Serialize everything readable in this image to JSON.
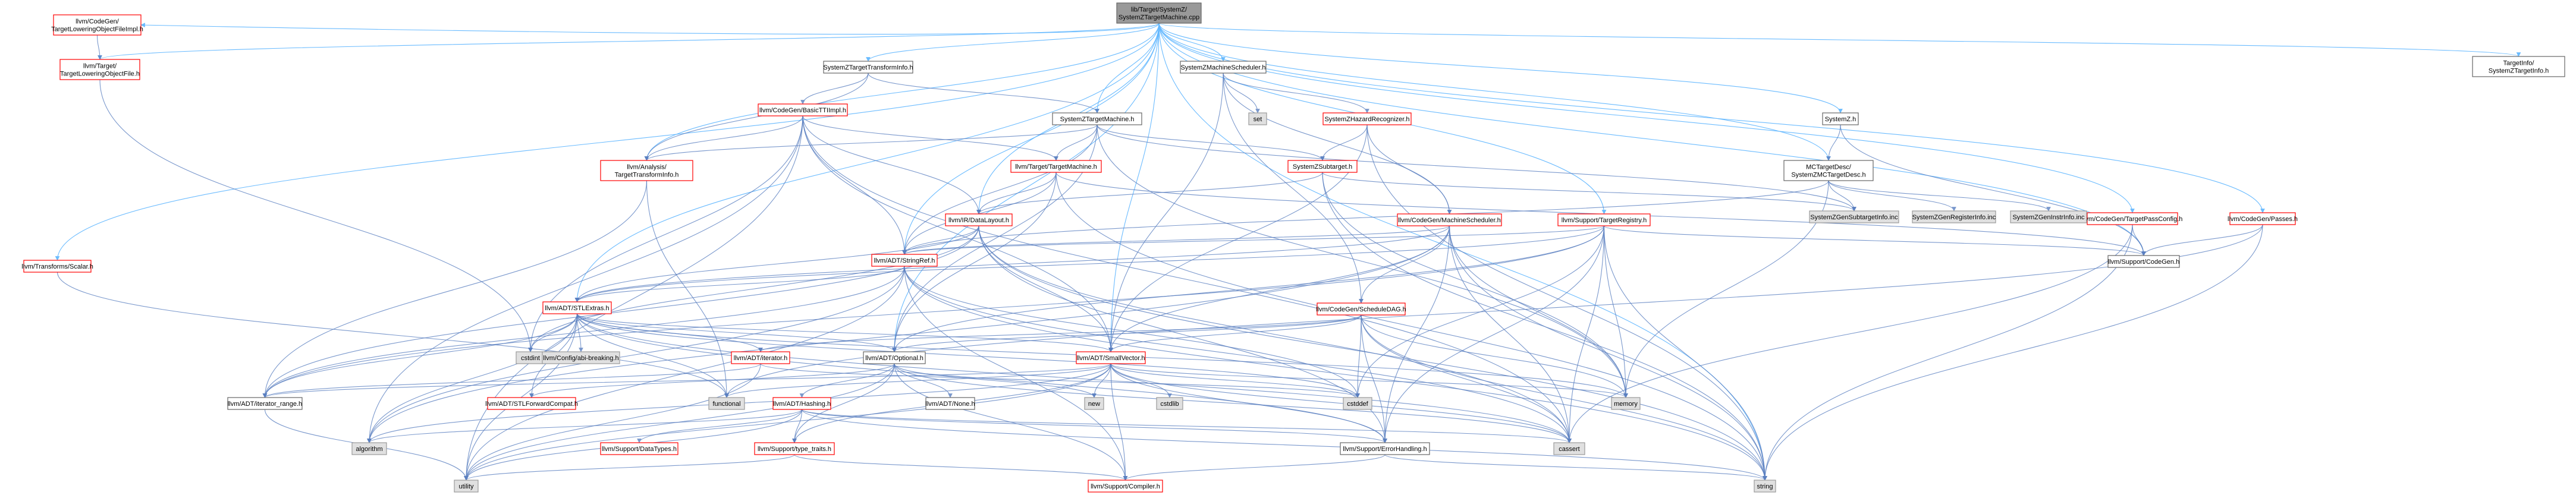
{
  "diagram": {
    "nodes": [
      {
        "id": "root",
        "label": "lib/Target/SystemZ/SystemZTargetMachine.cpp",
        "style": "root"
      },
      {
        "id": "tloImpl",
        "label": "llvm/CodeGen/TargetLoweringObjectFileImpl.h",
        "style": "red"
      },
      {
        "id": "tloFile",
        "label": "llvm/Target/TargetLoweringObjectFile.h",
        "style": "red"
      },
      {
        "id": "szTTI",
        "label": "SystemZTargetTransformInfo.h",
        "style": "black"
      },
      {
        "id": "basicTTI",
        "label": "llvm/CodeGen/BasicTTIImpl.h",
        "style": "red"
      },
      {
        "id": "analysisTTI",
        "label": "llvm/Analysis/TargetTransformInfo.h",
        "style": "red"
      },
      {
        "id": "szTM",
        "label": "SystemZTargetMachine.h",
        "style": "black"
      },
      {
        "id": "targetMachine",
        "label": "llvm/Target/TargetMachine.h",
        "style": "red"
      },
      {
        "id": "szSched",
        "label": "SystemZMachineScheduler.h",
        "style": "black"
      },
      {
        "id": "set",
        "label": "set",
        "style": "gray"
      },
      {
        "id": "szHazard",
        "label": "SystemZHazardRecognizer.h",
        "style": "red"
      },
      {
        "id": "szSubtarget",
        "label": "SystemZSubtarget.h",
        "style": "red"
      },
      {
        "id": "systemZ",
        "label": "SystemZ.h",
        "style": "black"
      },
      {
        "id": "mcDesc",
        "label": "MCTargetDesc/SystemZMCTargetDesc.h",
        "style": "black"
      },
      {
        "id": "tpc",
        "label": "llvm/CodeGen/TargetPassConfig.h",
        "style": "red"
      },
      {
        "id": "passes",
        "label": "llvm/CodeGen/Passes.h",
        "style": "red"
      },
      {
        "id": "targetInfo",
        "label": "TargetInfo/SystemZTargetInfo.h",
        "style": "black"
      },
      {
        "id": "scalar",
        "label": "llvm/Transforms/Scalar.h",
        "style": "red"
      },
      {
        "id": "dataLayout",
        "label": "llvm/IR/DataLayout.h",
        "style": "red"
      },
      {
        "id": "machineSched",
        "label": "llvm/CodeGen/MachineScheduler.h",
        "style": "red"
      },
      {
        "id": "targetRegistry",
        "label": "llvm/Support/TargetRegistry.h",
        "style": "red"
      },
      {
        "id": "genSubtarget",
        "label": "SystemZGenSubtargetInfo.inc",
        "style": "gray"
      },
      {
        "id": "genRegister",
        "label": "SystemZGenRegisterInfo.inc",
        "style": "gray"
      },
      {
        "id": "genInstr",
        "label": "SystemZGenInstrInfo.inc",
        "style": "gray"
      },
      {
        "id": "codeGen",
        "label": "llvm/Support/CodeGen.h",
        "style": "black"
      },
      {
        "id": "stringRef",
        "label": "llvm/ADT/StringRef.h",
        "style": "red"
      },
      {
        "id": "scheduleDAG",
        "label": "llvm/CodeGen/ScheduleDAG.h",
        "style": "red"
      },
      {
        "id": "stlExtras",
        "label": "llvm/ADT/STLExtras.h",
        "style": "red"
      },
      {
        "id": "cstdint",
        "label": "cstdint",
        "style": "gray"
      },
      {
        "id": "abiBreaking",
        "label": "llvm/Config/abi-breaking.h",
        "style": "gray"
      },
      {
        "id": "iterator",
        "label": "llvm/ADT/iterator.h",
        "style": "red"
      },
      {
        "id": "optional",
        "label": "llvm/ADT/Optional.h",
        "style": "black"
      },
      {
        "id": "smallVector",
        "label": "llvm/ADT/SmallVector.h",
        "style": "red"
      },
      {
        "id": "functional",
        "label": "functional",
        "style": "gray"
      },
      {
        "id": "iterRange",
        "label": "llvm/ADT/iterator_range.h",
        "style": "black"
      },
      {
        "id": "stlFwd",
        "label": "llvm/ADT/STLForwardCompat.h",
        "style": "red"
      },
      {
        "id": "hashing",
        "label": "llvm/ADT/Hashing.h",
        "style": "red"
      },
      {
        "id": "none",
        "label": "llvm/ADT/None.h",
        "style": "black"
      },
      {
        "id": "new",
        "label": "new",
        "style": "gray"
      },
      {
        "id": "cstdlib",
        "label": "cstdlib",
        "style": "gray"
      },
      {
        "id": "cstddef",
        "label": "cstddef",
        "style": "gray"
      },
      {
        "id": "memory",
        "label": "memory",
        "style": "gray"
      },
      {
        "id": "algorithm",
        "label": "algorithm",
        "style": "gray"
      },
      {
        "id": "dataTypes",
        "label": "llvm/Support/DataTypes.h",
        "style": "red"
      },
      {
        "id": "typeTraits",
        "label": "llvm/Support/type_traits.h",
        "style": "red"
      },
      {
        "id": "errorHandling",
        "label": "llvm/Support/ErrorHandling.h",
        "style": "black"
      },
      {
        "id": "cassert",
        "label": "cassert",
        "style": "gray"
      },
      {
        "id": "utility",
        "label": "utility",
        "style": "gray"
      },
      {
        "id": "compiler",
        "label": "llvm/Support/Compiler.h",
        "style": "red"
      },
      {
        "id": "string",
        "label": "string",
        "style": "gray"
      }
    ],
    "edges": [
      [
        "root",
        "tloImpl"
      ],
      [
        "root",
        "tloFile"
      ],
      [
        "root",
        "szTTI"
      ],
      [
        "root",
        "szTM"
      ],
      [
        "root",
        "szSched"
      ],
      [
        "root",
        "systemZ"
      ],
      [
        "root",
        "mcDesc"
      ],
      [
        "root",
        "tpc"
      ],
      [
        "root",
        "passes"
      ],
      [
        "root",
        "targetInfo"
      ],
      [
        "root",
        "scalar"
      ],
      [
        "root",
        "targetRegistry"
      ],
      [
        "root",
        "codeGen"
      ],
      [
        "root",
        "string"
      ],
      [
        "root",
        "dataLayout"
      ],
      [
        "root",
        "stringRef"
      ],
      [
        "root",
        "stlExtras"
      ],
      [
        "root",
        "optional"
      ],
      [
        "root",
        "smallVector"
      ],
      [
        "root",
        "analysisTTI"
      ],
      [
        "tloImpl",
        "tloFile"
      ],
      [
        "tloFile",
        "cstdint"
      ],
      [
        "szTTI",
        "basicTTI"
      ],
      [
        "szTTI",
        "szTM"
      ],
      [
        "szTTI",
        "analysisTTI"
      ],
      [
        "basicTTI",
        "analysisTTI"
      ],
      [
        "basicTTI",
        "targetMachine"
      ],
      [
        "basicTTI",
        "dataLayout"
      ],
      [
        "basicTTI",
        "stringRef"
      ],
      [
        "basicTTI",
        "cstdint"
      ],
      [
        "basicTTI",
        "algorithm"
      ],
      [
        "basicTTI",
        "utility"
      ],
      [
        "basicTTI",
        "smallVector"
      ],
      [
        "basicTTI",
        "cassert"
      ],
      [
        "analysisTTI",
        "functional"
      ],
      [
        "analysisTTI",
        "iterRange"
      ],
      [
        "szTM",
        "szSubtarget"
      ],
      [
        "szTM",
        "targetMachine"
      ],
      [
        "szTM",
        "analysisTTI"
      ],
      [
        "szTM",
        "stringRef"
      ],
      [
        "szTM",
        "optional"
      ],
      [
        "szTM",
        "memory"
      ],
      [
        "szTM",
        "genSubtarget"
      ],
      [
        "targetMachine",
        "dataLayout"
      ],
      [
        "targetMachine",
        "stringRef"
      ],
      [
        "targetMachine",
        "codeGen"
      ],
      [
        "targetMachine",
        "string"
      ],
      [
        "targetMachine",
        "optional"
      ],
      [
        "szSched",
        "set"
      ],
      [
        "szSched",
        "szHazard"
      ],
      [
        "szSched",
        "machineSched"
      ],
      [
        "szSched",
        "scheduleDAG"
      ],
      [
        "szSched",
        "smallVector"
      ],
      [
        "szHazard",
        "szSubtarget"
      ],
      [
        "szHazard",
        "string"
      ],
      [
        "szHazard",
        "machineSched"
      ],
      [
        "szHazard",
        "smallVector"
      ],
      [
        "szSubtarget",
        "genSubtarget"
      ],
      [
        "szSubtarget",
        "dataLayout"
      ],
      [
        "szSubtarget",
        "string"
      ],
      [
        "szSubtarget",
        "memory"
      ],
      [
        "systemZ",
        "mcDesc"
      ],
      [
        "systemZ",
        "codeGen"
      ],
      [
        "mcDesc",
        "genSubtarget"
      ],
      [
        "mcDesc",
        "genRegister"
      ],
      [
        "mcDesc",
        "genInstr"
      ],
      [
        "mcDesc",
        "memory"
      ],
      [
        "mcDesc",
        "stringRef"
      ],
      [
        "tpc",
        "codeGen"
      ],
      [
        "tpc",
        "string"
      ],
      [
        "tpc",
        "cassert"
      ],
      [
        "passes",
        "codeGen"
      ],
      [
        "passes",
        "string"
      ],
      [
        "passes",
        "functional"
      ],
      [
        "scalar",
        "functional"
      ],
      [
        "dataLayout",
        "stringRef"
      ],
      [
        "dataLayout",
        "stlExtras"
      ],
      [
        "dataLayout",
        "smallVector"
      ],
      [
        "dataLayout",
        "cassert"
      ],
      [
        "dataLayout",
        "cstdint"
      ],
      [
        "dataLayout",
        "string"
      ],
      [
        "dataLayout",
        "errorHandling"
      ],
      [
        "dataLayout",
        "iterRange"
      ],
      [
        "machineSched",
        "stringRef"
      ],
      [
        "machineSched",
        "stlExtras"
      ],
      [
        "machineSched",
        "scheduleDAG"
      ],
      [
        "machineSched",
        "smallVector"
      ],
      [
        "machineSched",
        "cassert"
      ],
      [
        "machineSched",
        "memory"
      ],
      [
        "machineSched",
        "string"
      ],
      [
        "machineSched",
        "algorithm"
      ],
      [
        "machineSched",
        "errorHandling"
      ],
      [
        "targetRegistry",
        "stringRef"
      ],
      [
        "targetRegistry",
        "stlExtras"
      ],
      [
        "targetRegistry",
        "optional"
      ],
      [
        "targetRegistry",
        "codeGen"
      ],
      [
        "targetRegistry",
        "errorHandling"
      ],
      [
        "targetRegistry",
        "cassert"
      ],
      [
        "targetRegistry",
        "cstddef"
      ],
      [
        "targetRegistry",
        "memory"
      ],
      [
        "targetRegistry",
        "string"
      ],
      [
        "targetRegistry",
        "iterRange"
      ],
      [
        "stringRef",
        "stlExtras"
      ],
      [
        "stringRef",
        "iterRange"
      ],
      [
        "stringRef",
        "compiler"
      ],
      [
        "stringRef",
        "algorithm"
      ],
      [
        "stringRef",
        "cassert"
      ],
      [
        "stringRef",
        "cstddef"
      ],
      [
        "stringRef",
        "cstring"
      ],
      [
        "stringRef",
        "limits"
      ],
      [
        "stringRef",
        "string"
      ],
      [
        "stringRef",
        "type_traits"
      ],
      [
        "stringRef",
        "utility"
      ],
      [
        "scheduleDAG",
        "iterator"
      ],
      [
        "scheduleDAG",
        "smallVector"
      ],
      [
        "scheduleDAG",
        "errorHandling"
      ],
      [
        "scheduleDAG",
        "cassert"
      ],
      [
        "scheduleDAG",
        "cstddef"
      ],
      [
        "scheduleDAG",
        "string"
      ],
      [
        "scheduleDAG",
        "memory"
      ],
      [
        "scheduleDAG",
        "optional"
      ],
      [
        "stlExtras",
        "cstdint"
      ],
      [
        "stlExtras",
        "abiBreaking"
      ],
      [
        "stlExtras",
        "iterator"
      ],
      [
        "stlExtras",
        "optional"
      ],
      [
        "stlExtras",
        "smallVector"
      ],
      [
        "stlExtras",
        "functional"
      ],
      [
        "stlExtras",
        "iterRange"
      ],
      [
        "stlExtras",
        "stlFwd"
      ],
      [
        "stlExtras",
        "cassert"
      ],
      [
        "stlExtras",
        "cstddef"
      ],
      [
        "stlExtras",
        "memory"
      ],
      [
        "stlExtras",
        "algorithm"
      ],
      [
        "stlExtras",
        "utility"
      ],
      [
        "stlExtras",
        "errorHandling"
      ],
      [
        "iterator",
        "iterRange"
      ],
      [
        "iterator",
        "cstddef"
      ],
      [
        "iterator",
        "utility"
      ],
      [
        "optional",
        "hashing"
      ],
      [
        "optional",
        "none"
      ],
      [
        "optional",
        "stlFwd"
      ],
      [
        "optional",
        "typeTraits"
      ],
      [
        "optional",
        "new"
      ],
      [
        "optional",
        "cassert"
      ],
      [
        "optional",
        "utility"
      ],
      [
        "optional",
        "compiler"
      ],
      [
        "smallVector",
        "compiler"
      ],
      [
        "smallVector",
        "typeTraits"
      ],
      [
        "smallVector",
        "algorithm"
      ],
      [
        "smallVector",
        "cassert"
      ],
      [
        "smallVector",
        "cstddef"
      ],
      [
        "smallVector",
        "cstdlib"
      ],
      [
        "smallVector",
        "functional"
      ],
      [
        "smallVector",
        "memory"
      ],
      [
        "smallVector",
        "new"
      ],
      [
        "smallVector",
        "utility"
      ],
      [
        "smallVector",
        "errorHandling"
      ],
      [
        "smallVector",
        "iterRange"
      ],
      [
        "iterRange",
        "utility"
      ],
      [
        "hashing",
        "dataTypes"
      ],
      [
        "hashing",
        "errorHandling"
      ],
      [
        "hashing",
        "typeTraits"
      ],
      [
        "hashing",
        "algorithm"
      ],
      [
        "hashing",
        "cassert"
      ],
      [
        "hashing",
        "string"
      ],
      [
        "hashing",
        "utility"
      ],
      [
        "typeTraits",
        "utility"
      ],
      [
        "typeTraits",
        "compiler"
      ],
      [
        "errorHandling",
        "compiler"
      ],
      [
        "errorHandling",
        "string"
      ]
    ]
  }
}
